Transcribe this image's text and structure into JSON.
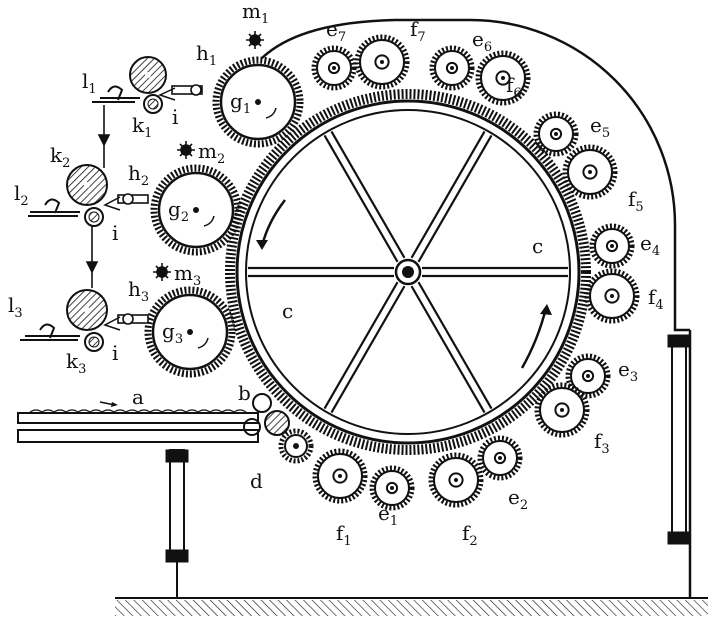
{
  "labels": {
    "a": "a",
    "b": "b",
    "c": "c",
    "d": "d",
    "i": "i",
    "f": "f",
    "one": "1",
    "two": "2",
    "three": "3",
    "four": "4",
    "five": "5",
    "six": "6",
    "seven": "7",
    "e": "e",
    "g": "g",
    "h": "h",
    "k": "k",
    "l": "l",
    "m": "m"
  },
  "colors": {
    "ink": "#111111",
    "paper": "#ffffff"
  }
}
